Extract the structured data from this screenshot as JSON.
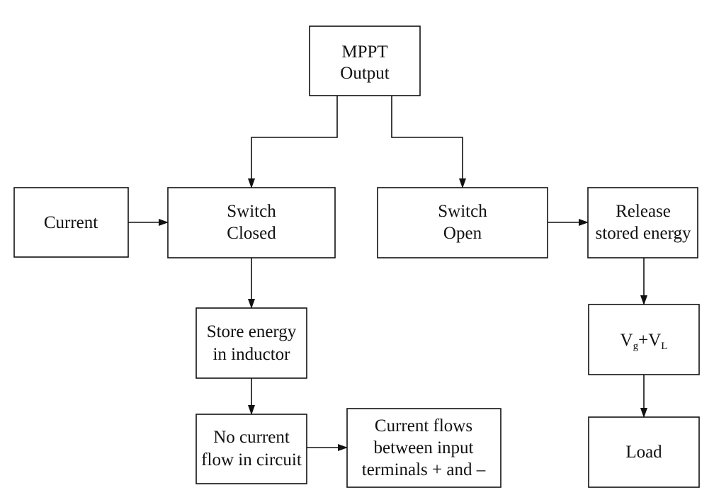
{
  "nodes": {
    "mppt_output": {
      "lines": [
        "MPPT",
        "Output"
      ]
    },
    "current": {
      "lines": [
        "Current"
      ]
    },
    "switch_closed": {
      "lines": [
        "Switch",
        "Closed"
      ]
    },
    "switch_open": {
      "lines": [
        "Switch",
        "Open"
      ]
    },
    "release_energy": {
      "lines": [
        "Release",
        "stored energy"
      ]
    },
    "store_energy": {
      "lines": [
        "Store energy",
        "in inductor"
      ]
    },
    "vg_vl": {
      "parts": {
        "v1": "V",
        "s1": "g",
        "plus": "+",
        "v2": "V",
        "s2": "L"
      }
    },
    "no_current": {
      "lines": [
        "No current",
        "flow in circuit"
      ]
    },
    "current_flows": {
      "lines": [
        "Current flows",
        "between input",
        "terminals + and –"
      ]
    },
    "load": {
      "lines": [
        "Load"
      ]
    }
  },
  "edges": [
    {
      "from": "mppt_output",
      "to": "switch_closed"
    },
    {
      "from": "mppt_output",
      "to": "switch_open"
    },
    {
      "from": "current",
      "to": "switch_closed"
    },
    {
      "from": "switch_closed",
      "to": "store_energy"
    },
    {
      "from": "store_energy",
      "to": "no_current"
    },
    {
      "from": "no_current",
      "to": "current_flows"
    },
    {
      "from": "switch_open",
      "to": "release_energy"
    },
    {
      "from": "release_energy",
      "to": "vg_vl"
    },
    {
      "from": "vg_vl",
      "to": "load"
    }
  ]
}
